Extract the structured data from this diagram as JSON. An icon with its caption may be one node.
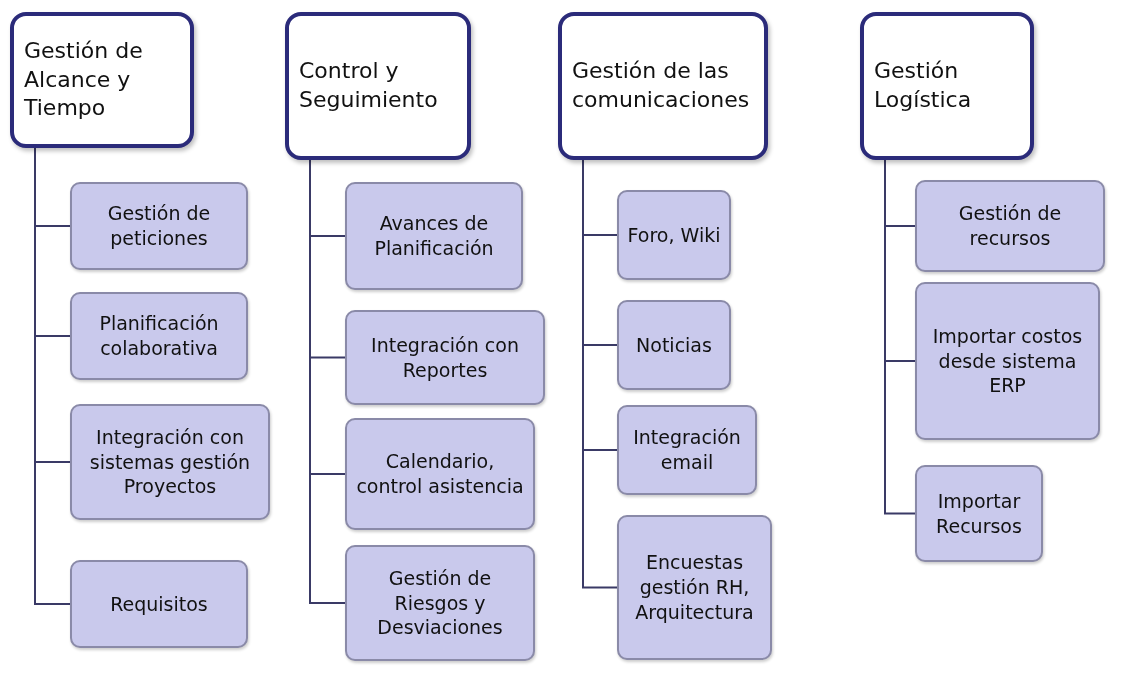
{
  "diagram": {
    "nodes": [
      {
        "text": [
          "Gestión de Alcance y Tiempo"
        ]
      },
      {
        "text": [
          "Gestión de peticiones"
        ]
      },
      {
        "text": [
          "Planificación colaborativa"
        ]
      },
      {
        "text": [
          "Integración con sistemas gestión Proyectos"
        ]
      },
      {
        "text": [
          "Requisitos"
        ]
      },
      {
        "text": [
          "Control y Seguimiento"
        ]
      },
      {
        "text": [
          "Avances de Planificación"
        ]
      },
      {
        "text": [
          "Integración con Reportes"
        ]
      },
      {
        "text": [
          "Calendario, control asistencia"
        ]
      },
      {
        "text": [
          "Gestión de Riesgos y Desviaciones"
        ]
      },
      {
        "text": [
          "Gestión de las comunicaciones"
        ]
      },
      {
        "text": [
          "Foro, Wiki"
        ]
      },
      {
        "text": [
          "Noticias"
        ]
      },
      {
        "text": [
          "Integración email"
        ]
      },
      {
        "text": [
          "Encuestas gestión RH, Arquitectura"
        ]
      },
      {
        "text": [
          "Gestión Logística"
        ]
      },
      {
        "text": [
          "Gestión de recursos"
        ]
      },
      {
        "text": [
          "Importar costos desde sistema ERP"
        ]
      },
      {
        "text": [
          "Importar Recursos"
        ]
      }
    ],
    "edges": [
      {
        "from": 0,
        "to": 1,
        "arrow": "none"
      },
      {
        "from": 0,
        "to": 2,
        "arrow": "none"
      },
      {
        "from": 0,
        "to": 3,
        "arrow": "none"
      },
      {
        "from": 0,
        "to": 4,
        "arrow": "none"
      },
      {
        "from": 5,
        "to": 6,
        "arrow": "none"
      },
      {
        "from": 5,
        "to": 7,
        "arrow": "none"
      },
      {
        "from": 5,
        "to": 8,
        "arrow": "none"
      },
      {
        "from": 5,
        "to": 9,
        "arrow": "none"
      },
      {
        "from": 10,
        "to": 11,
        "arrow": "none"
      },
      {
        "from": 10,
        "to": 12,
        "arrow": "none"
      },
      {
        "from": 10,
        "to": 13,
        "arrow": "none"
      },
      {
        "from": 10,
        "to": 14,
        "arrow": "none"
      },
      {
        "from": 15,
        "to": 16,
        "arrow": "none"
      },
      {
        "from": 15,
        "to": 17,
        "arrow": "none"
      },
      {
        "from": 15,
        "to": 18,
        "arrow": "none"
      }
    ]
  }
}
